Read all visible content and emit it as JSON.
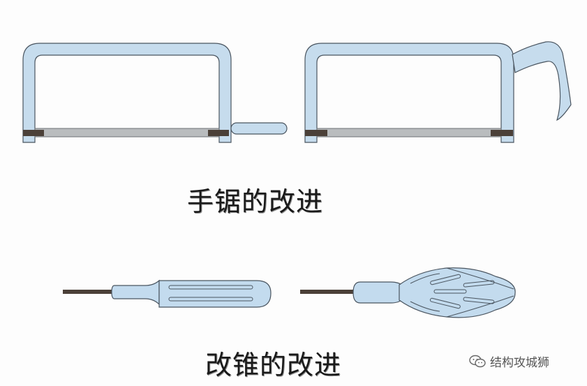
{
  "captions": {
    "saw": "手锯的改进",
    "awl": "改锥的改进"
  },
  "watermark": {
    "icon": "wechat-icon",
    "text": "结构攻城狮"
  },
  "colors": {
    "frame_fill": "#c6dced",
    "frame_stroke": "#4a5560",
    "blade": "#b9bcbe",
    "clamp": "#4b4038",
    "shaft": "#4b4038",
    "handle": "#c3dbee"
  }
}
